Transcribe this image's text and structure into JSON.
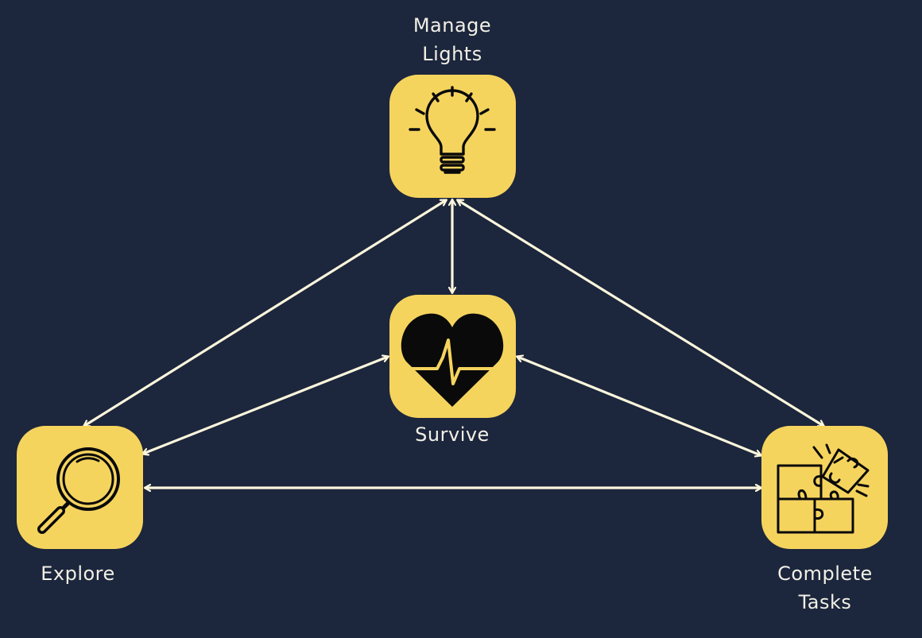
{
  "diagram": {
    "nodes": {
      "lights": {
        "label_lines": [
          "Manage",
          "Lights"
        ],
        "icon": "lightbulb-icon"
      },
      "survive": {
        "label_lines": [
          "Survive"
        ],
        "icon": "heartbeat-icon"
      },
      "explore": {
        "label_lines": [
          "Explore"
        ],
        "icon": "magnifying-glass-icon"
      },
      "tasks": {
        "label_lines": [
          "Complete",
          "Tasks"
        ],
        "icon": "puzzle-pieces-icon"
      }
    },
    "edges": [
      {
        "from": "lights",
        "to": "survive",
        "direction": "both"
      },
      {
        "from": "lights",
        "to": "explore",
        "direction": "both"
      },
      {
        "from": "lights",
        "to": "tasks",
        "direction": "both"
      },
      {
        "from": "survive",
        "to": "explore",
        "direction": "both"
      },
      {
        "from": "survive",
        "to": "tasks",
        "direction": "both"
      },
      {
        "from": "explore",
        "to": "tasks",
        "direction": "both"
      }
    ],
    "colors": {
      "background": "#1c263c",
      "node_fill": "#f5d45e",
      "icon": "#0a0a0a",
      "arrow": "#fbf6dc",
      "text": "#f2f0e6"
    }
  }
}
